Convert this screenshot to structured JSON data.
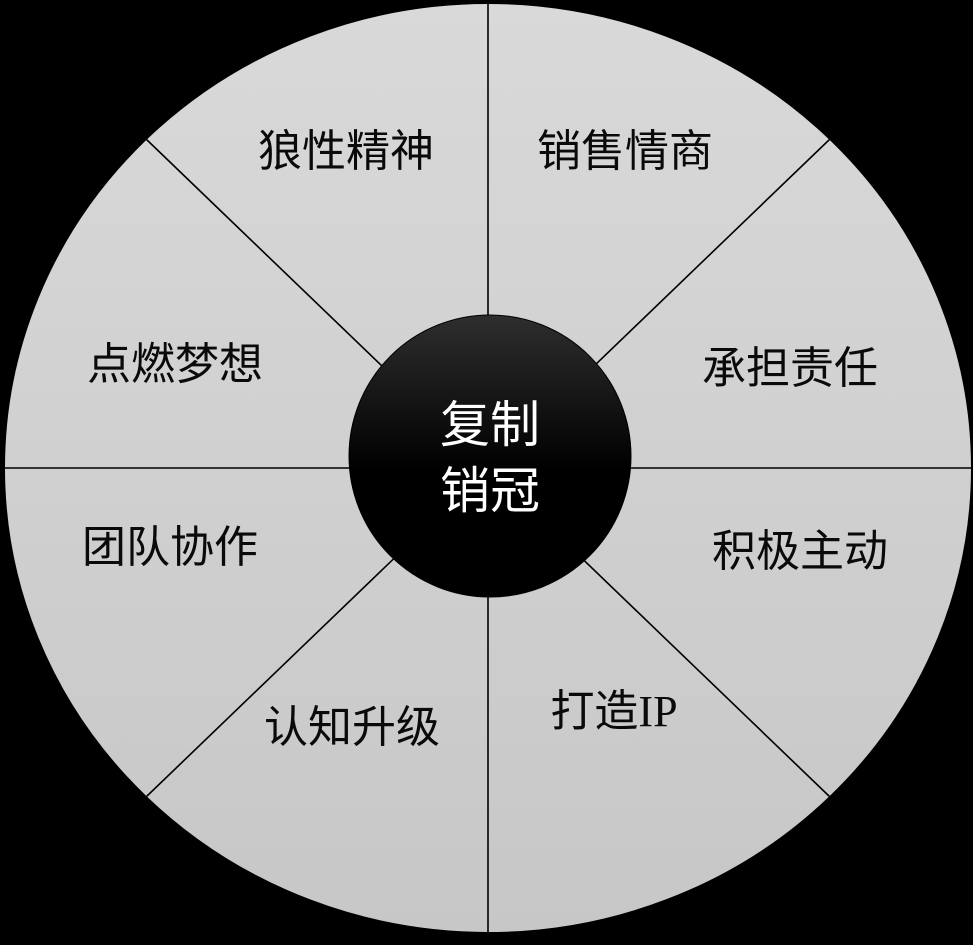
{
  "diagram": {
    "title": "复制销冠 wheel diagram",
    "hub": {
      "line1": "复制",
      "line2": "销冠"
    },
    "segments": [
      {
        "id": "sales-eq",
        "label": "销售情商"
      },
      {
        "id": "responsibility",
        "label": "承担责任"
      },
      {
        "id": "proactive",
        "label": "积极主动"
      },
      {
        "id": "build-ip",
        "label": "打造IP"
      },
      {
        "id": "cognition",
        "label": "认知升级"
      },
      {
        "id": "teamwork",
        "label": "团队协作"
      },
      {
        "id": "dream",
        "label": "点燃梦想"
      },
      {
        "id": "wolf-spirit",
        "label": "狼性精神"
      }
    ],
    "colors": {
      "background": "#000000",
      "wheel_top": "#d9d9d9",
      "wheel_bottom": "#c7c7c7",
      "hub_top": "#2e2e2e",
      "hub_bottom": "#000000",
      "divider": "#000000",
      "label_text": "#0a0a0a",
      "hub_text": "#ffffff"
    }
  }
}
